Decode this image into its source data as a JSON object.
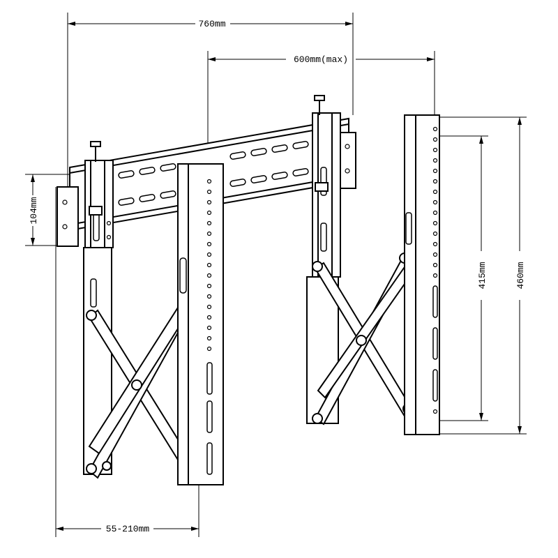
{
  "dimensions": {
    "overall_width": "760mm",
    "max_hole_spacing": "600mm(max)",
    "rail_height": "104mm",
    "depth_range": "55-210mm",
    "inner_vertical": "415mm",
    "bracket_height": "460mm"
  }
}
